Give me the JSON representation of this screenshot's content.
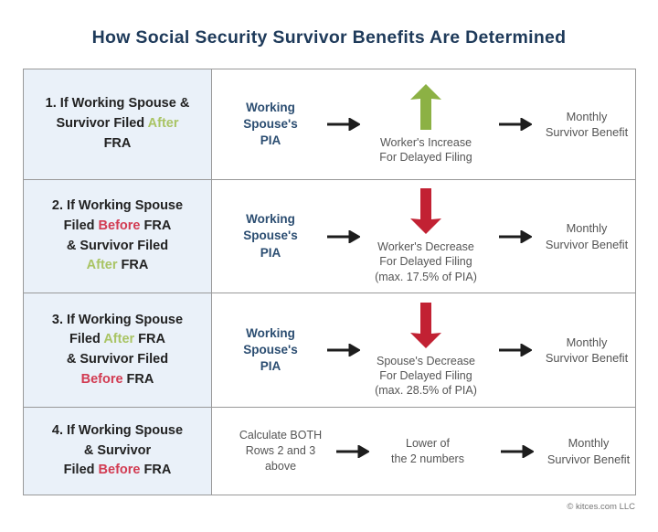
{
  "title": "How Social Security Survivor Benefits Are Determined",
  "footer": "© kitces.com LLC",
  "colors": {
    "title_navy": "#1e3a5a",
    "pia_navy": "#2b4d71",
    "after_green_text": "#a9c464",
    "before_red_text": "#d23b52",
    "up_arrow_green": "#8cb144",
    "down_arrow_red": "#c22133",
    "caption_gray": "#555555",
    "condition_cell_bg": "#eaf1f9",
    "table_border": "#999999"
  },
  "rows": [
    {
      "condition_segments": [
        {
          "t": "1.  If Working Spouse &",
          "c": "dark"
        },
        {
          "br": true
        },
        {
          "t": "Survivor Filed ",
          "c": "dark"
        },
        {
          "t": "After",
          "c": "green"
        },
        {
          "br": true
        },
        {
          "t": "FRA",
          "c": "dark"
        }
      ],
      "input_label": "Working Spouse's\nPIA",
      "adjustment": {
        "direction": "up",
        "color": "green",
        "caption": "Worker's Increase\nFor Delayed Filing"
      },
      "output_label": "Monthly\nSurvivor Benefit"
    },
    {
      "condition_segments": [
        {
          "t": "2.  If Working Spouse",
          "c": "dark"
        },
        {
          "br": true
        },
        {
          "t": "Filed ",
          "c": "dark"
        },
        {
          "t": "Before",
          "c": "red"
        },
        {
          "t": " FRA",
          "c": "dark"
        },
        {
          "br": true
        },
        {
          "t": "& Survivor Filed",
          "c": "dark"
        },
        {
          "br": true
        },
        {
          "t": "After",
          "c": "green"
        },
        {
          "t": " FRA",
          "c": "dark"
        }
      ],
      "input_label": "Working Spouse's\nPIA",
      "adjustment": {
        "direction": "down",
        "color": "red",
        "caption": "Worker's Decrease\nFor Delayed Filing\n(max. 17.5% of PIA)"
      },
      "output_label": "Monthly\nSurvivor Benefit"
    },
    {
      "condition_segments": [
        {
          "t": "3.  If Working Spouse",
          "c": "dark"
        },
        {
          "br": true
        },
        {
          "t": "Filed ",
          "c": "dark"
        },
        {
          "t": "After",
          "c": "green"
        },
        {
          "t": " FRA",
          "c": "dark"
        },
        {
          "br": true
        },
        {
          "t": "& Survivor Filed",
          "c": "dark"
        },
        {
          "br": true
        },
        {
          "t": "Before",
          "c": "red"
        },
        {
          "t": " FRA",
          "c": "dark"
        }
      ],
      "input_label": "Working Spouse's\nPIA",
      "adjustment": {
        "direction": "down",
        "color": "red",
        "caption": "Spouse's Decrease\nFor Delayed Filing\n(max. 28.5% of PIA)"
      },
      "output_label": "Monthly\nSurvivor Benefit"
    },
    {
      "condition_segments": [
        {
          "t": "4. If Working Spouse",
          "c": "dark"
        },
        {
          "br": true
        },
        {
          "t": "& Survivor",
          "c": "dark"
        },
        {
          "br": true
        },
        {
          "t": "Filed ",
          "c": "dark"
        },
        {
          "t": "Before",
          "c": "red"
        },
        {
          "t": " FRA",
          "c": "dark"
        }
      ],
      "input_label": "Calculate BOTH\nRows 2 and 3\nabove",
      "middle_label": "Lower of\nthe 2 numbers",
      "output_label": "Monthly\nSurvivor Benefit"
    }
  ]
}
